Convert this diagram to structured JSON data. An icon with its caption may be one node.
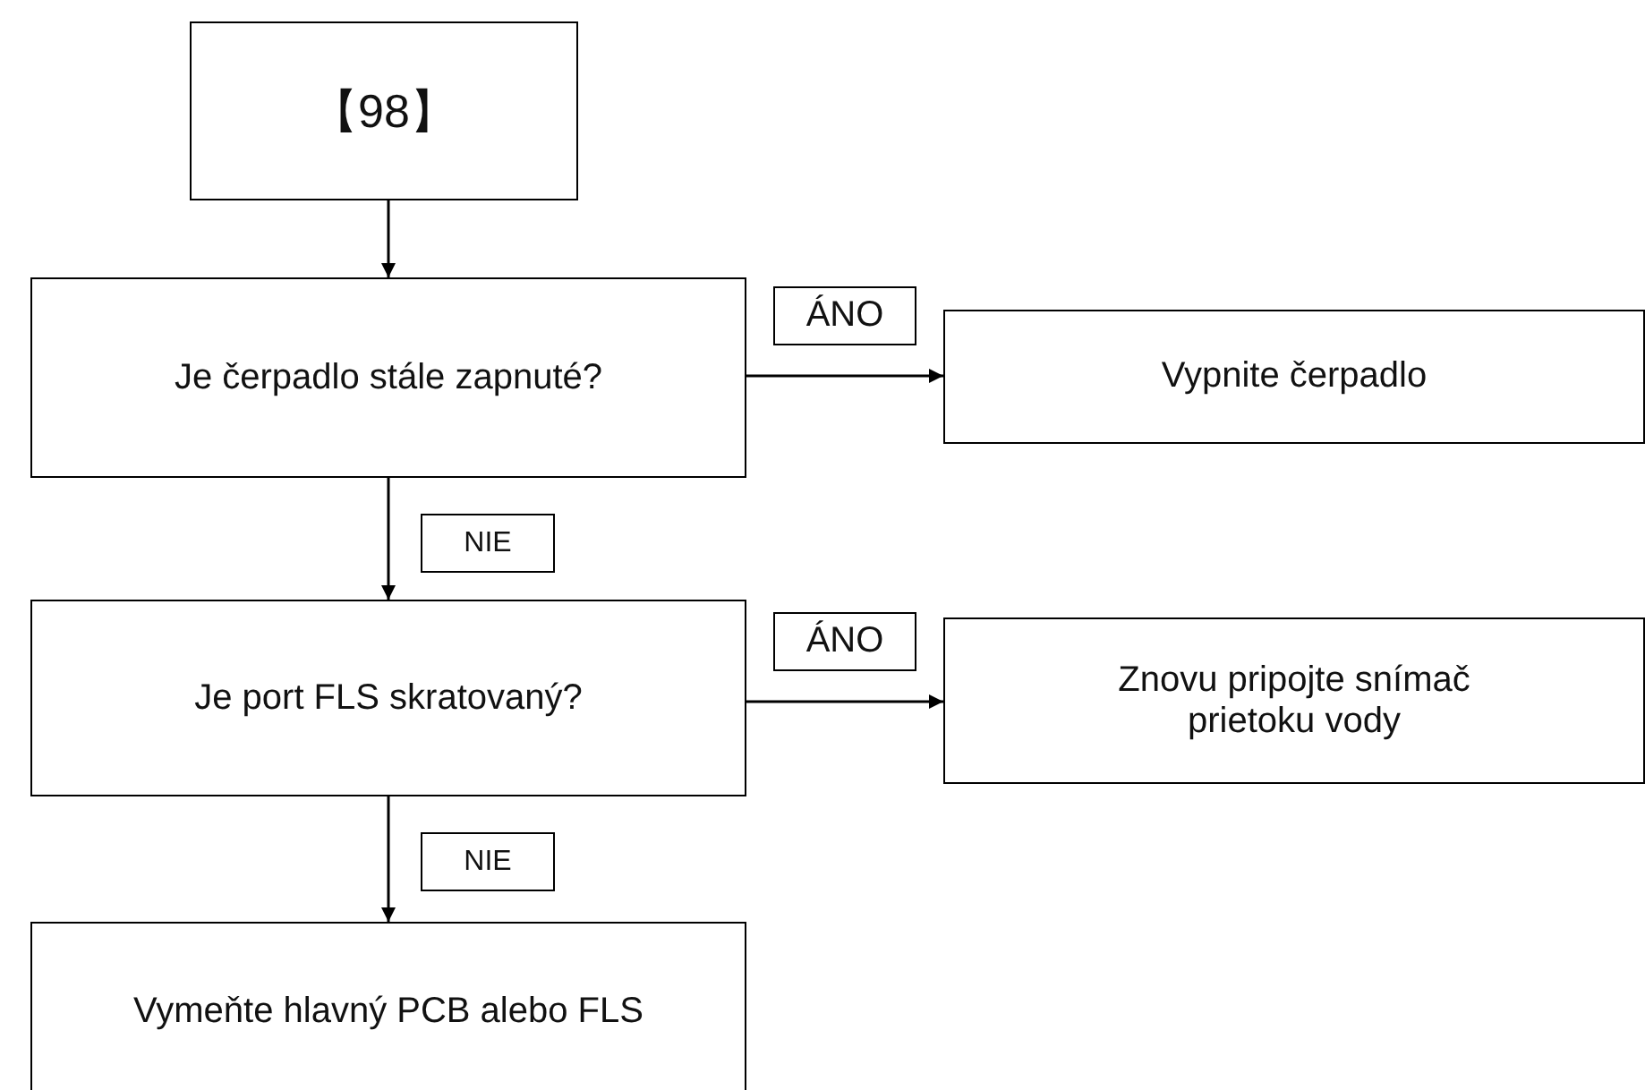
{
  "diagram": {
    "nodes": [
      {
        "text": [
          "【98】"
        ]
      },
      {
        "text": [
          "Je čerpadlo stále zapnuté?"
        ]
      },
      {
        "text": [
          "Vypnite čerpadlo"
        ]
      },
      {
        "text": [
          "Je port FLS skratovaný?"
        ]
      },
      {
        "text": [
          "Znovu pripojte snímač prietoku vody"
        ]
      },
      {
        "text": [
          "Vymeňte hlavný PCB alebo FLS"
        ]
      }
    ],
    "edges": [
      {
        "from": 0,
        "to": 1,
        "arrow": "to"
      },
      {
        "from": 1,
        "to": 2,
        "arrow": "to",
        "label": "ÁNO"
      },
      {
        "from": 1,
        "to": 3,
        "arrow": "to",
        "label": "NIE"
      },
      {
        "from": 3,
        "to": 4,
        "arrow": "to",
        "label": "ÁNO"
      },
      {
        "from": 3,
        "to": 5,
        "arrow": "to",
        "label": "NIE"
      }
    ]
  }
}
